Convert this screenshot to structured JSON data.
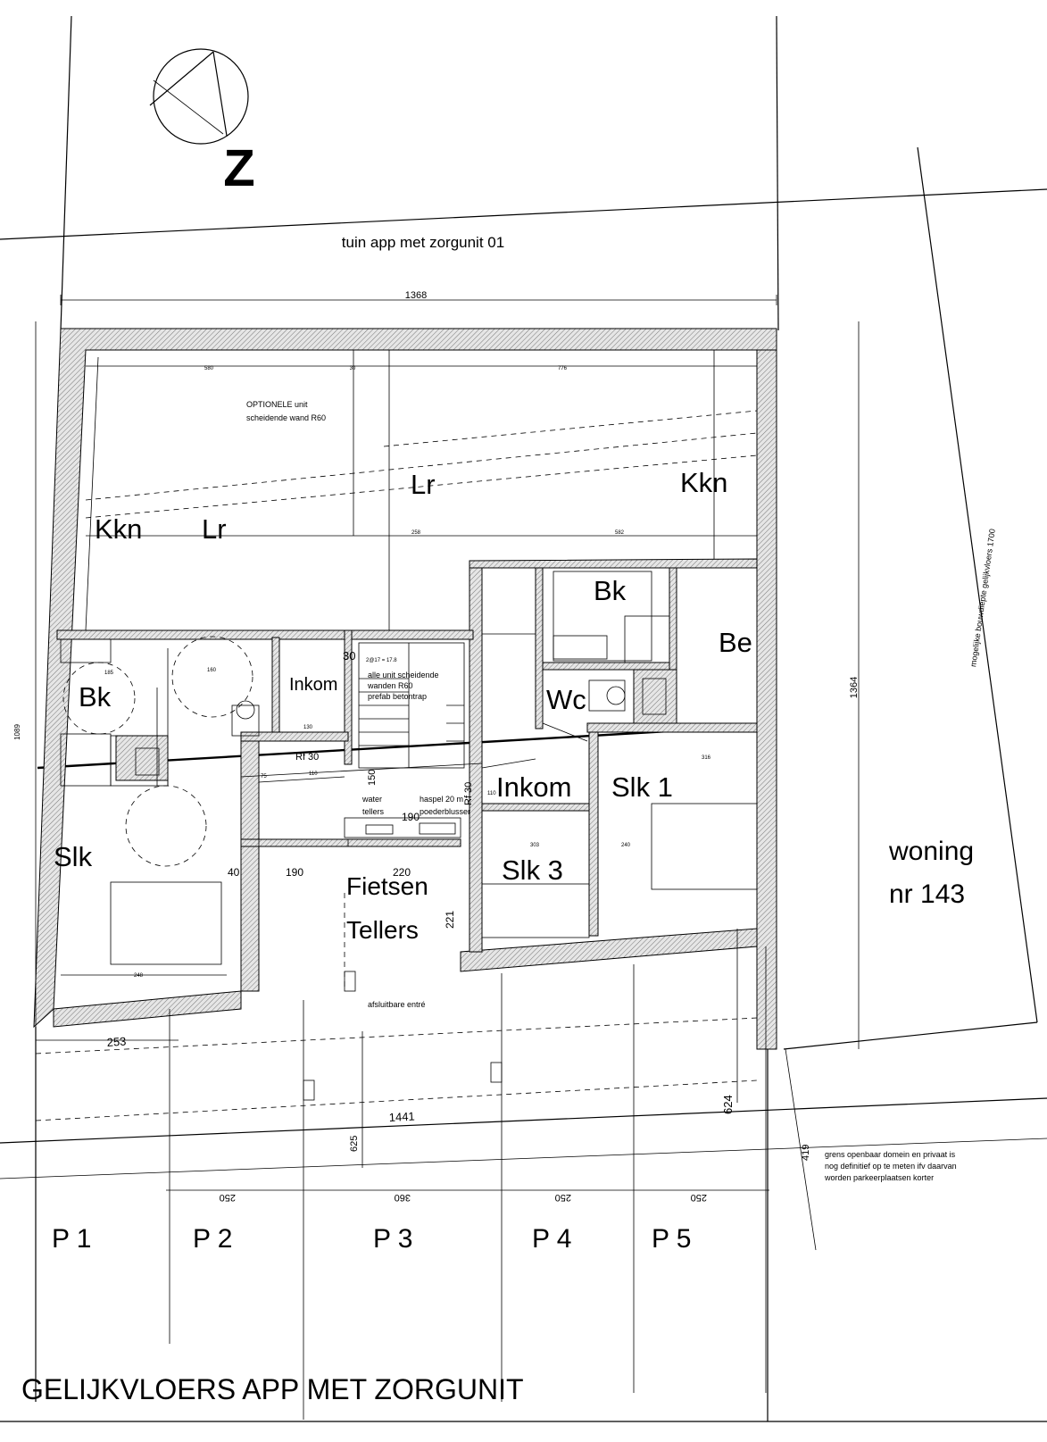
{
  "plan": {
    "title": "GELIJKVLOERS APP MET  ZORGUNIT",
    "north_letter": "Z",
    "garden_label": "tuin app met zorgunit 01",
    "neighbour": [
      "woning",
      "nr 143"
    ],
    "side_note": "mogelijke bouwdiepte gelijkvloers 1700",
    "optional_note": [
      "OPTIONELE unit",
      "scheidende wand R60"
    ],
    "wall_note": [
      "alle unit  scheidende",
      "wanden R60",
      "prefab betontrap"
    ],
    "stair_note": "2@17 = 17.8",
    "entrance_note": "afsluitbare entré",
    "boundary_note": [
      "grens openbaar domein en privaat is",
      "nog definitief op te meten ifv daarvan",
      "worden parkeerplaatsen korter"
    ],
    "utility_labels": [
      "water",
      "tellers",
      "haspel  20 m",
      "poederblusser"
    ],
    "fire_ratings": [
      "Rf 30",
      "Rf 30"
    ],
    "rooms": {
      "kkn_left": "Kkn",
      "lr_left": "Lr",
      "lr_right": "Lr",
      "kkn_right": "Kkn",
      "bk_left": "Bk",
      "inkom_left": "Inkom",
      "slk_left": "Slk",
      "fietsen": "Fietsen",
      "tellers": "Tellers",
      "bk_right": "Bk",
      "be": "Be",
      "wc": "Wc",
      "inkom_right": "Inkom",
      "slk1": "Slk 1",
      "slk3": "Slk 3"
    },
    "dimensions": {
      "top_width": "1368",
      "right_height": "1364",
      "left_height": "1089",
      "d_253": "253",
      "d_1441": "1441",
      "d_624": "624",
      "d_625": "625",
      "d_419": "419",
      "d_30": "30",
      "d_40": "40",
      "d_190a": "190",
      "d_220": "220",
      "d_190b": "190",
      "d_221": "221",
      "d_150": "150",
      "d_580": "580",
      "d_776": "776",
      "d_582": "582",
      "d_258": "258",
      "d_30s": "30",
      "d_185": "185",
      "d_160": "160",
      "d_110a": "110",
      "d_110b": "110",
      "d_75": "75",
      "d_316": "316",
      "d_303": "303",
      "d_240": "240",
      "d_130": "130",
      "d_248": "248"
    },
    "parking": {
      "labels": [
        "P 1",
        "P 2",
        "P 3",
        "P 4",
        "P 5"
      ],
      "widths": [
        "250",
        "360",
        "250",
        "250"
      ]
    }
  }
}
